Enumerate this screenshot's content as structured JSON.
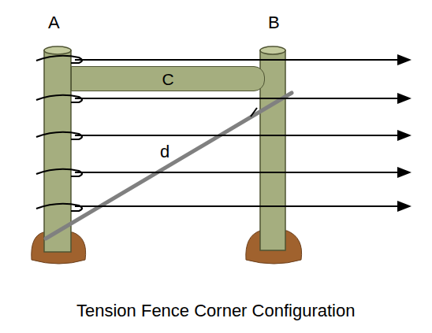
{
  "diagram": {
    "caption": "Tension Fence Corner Configuration",
    "nodes": [
      {
        "text": [
          "C"
        ]
      }
    ],
    "labels": [
      "A",
      "B",
      "d"
    ]
  }
}
